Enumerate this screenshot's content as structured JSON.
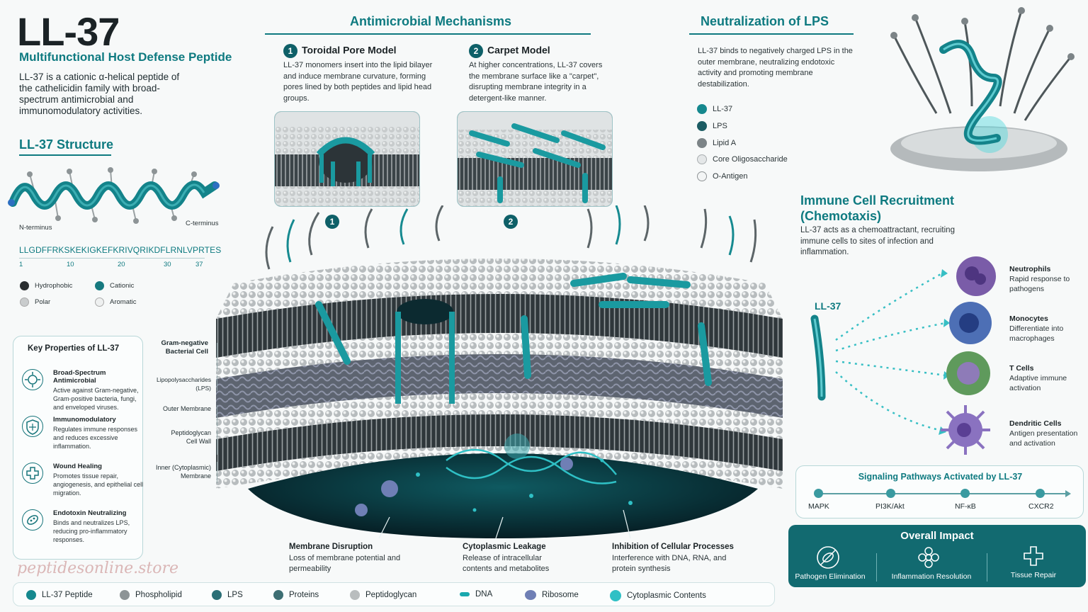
{
  "header": {
    "title": "LL-37",
    "subtitle": "Multifunctional Host Defense Peptide",
    "intro": "LL-37 is a cationic α-helical peptide of the cathelicidin family with broad-spectrum antimicrobial and immunomodulatory activities."
  },
  "structure": {
    "heading": "LL-37 Structure",
    "n_terminus": "N-terminus",
    "c_terminus": "C-terminus",
    "sequence": "LLGDFFRKSKEKIGKEFKRIVQRIKDFLRNLVPRTES",
    "positions": [
      "1",
      "10",
      "20",
      "30",
      "37"
    ],
    "legend": [
      {
        "label": "Hydrophobic",
        "color": "#2a2e30"
      },
      {
        "label": "Cationic",
        "color": "#16797f"
      },
      {
        "label": "Polar",
        "color": "#c9cccd"
      },
      {
        "label": "Aromatic",
        "color": "#eef0f0"
      }
    ]
  },
  "properties": {
    "heading": "Key Properties of LL-37",
    "items": [
      {
        "title": "Broad-Spectrum Antimicrobial",
        "text": "Active against Gram-negative, Gram-positive bacteria, fungi, and enveloped viruses.",
        "icon": "virus-icon"
      },
      {
        "title": "Immunomodulatory",
        "text": "Regulates immune responses and reduces excessive inflammation.",
        "icon": "shield-icon"
      },
      {
        "title": "Wound Healing",
        "text": "Promotes tissue repair, angiogenesis, and epithelial cell migration.",
        "icon": "cross-icon"
      },
      {
        "title": "Endotoxin Neutralizing",
        "text": "Binds and neutralizes LPS, reducing pro-inflammatory responses.",
        "icon": "bacteria-icon"
      }
    ]
  },
  "watermark": "peptidesonline.store",
  "mechanisms": {
    "heading": "Antimicrobial Mechanisms",
    "models": [
      {
        "num": "1",
        "title": "Toroidal Pore Model",
        "text": "LL-37 monomers insert into the lipid bilayer and induce membrane curvature, forming pores lined by both peptides and lipid head groups."
      },
      {
        "num": "2",
        "title": "Carpet Model",
        "text": "At higher concentrations, LL-37 covers the membrane surface like a \"carpet\", disrupting membrane integrity in a detergent-like manner."
      }
    ]
  },
  "membrane_labels": [
    {
      "text": "Gram-negative Bacterial Cell",
      "bold": true
    },
    {
      "text": "Lipopolysaccharides (LPS)",
      "bold": false
    },
    {
      "text": "Outer Membrane",
      "bold": false
    },
    {
      "text": "Peptidoglycan Cell Wall",
      "bold": false
    },
    {
      "text": "Inner (Cytoplasmic) Membrane",
      "bold": false
    }
  ],
  "effects": [
    {
      "title": "Membrane Disruption",
      "text": "Loss of membrane potential and permeability"
    },
    {
      "title": "Cytoplasmic Leakage",
      "text": "Release of intracellular contents and metabolites"
    },
    {
      "title": "Inhibition of Cellular Processes",
      "text": "Interference with DNA, RNA, and protein synthesis"
    }
  ],
  "lps": {
    "heading": "Neutralization of LPS",
    "text": "LL-37 binds to negatively charged LPS in the outer membrane, neutralizing endotoxic activity and promoting membrane destabilization.",
    "legend": [
      {
        "label": "LL-37",
        "color": "#15888e"
      },
      {
        "label": "LPS",
        "color": "#1b5c63"
      },
      {
        "label": "Lipid A",
        "color": "#7c8487"
      },
      {
        "label": "Core Oligosaccharide",
        "color": "#e4e7e8"
      },
      {
        "label": "O-Antigen",
        "color": "#f3f5f5"
      }
    ]
  },
  "chemotaxis": {
    "heading": "Immune Cell Recruitment (Chemotaxis)",
    "text": "LL-37 acts as a chemoattractant, recruiting immune cells to sites of infection and inflammation.",
    "source_label": "LL-37",
    "cells": [
      {
        "name": "Neutrophils",
        "desc": "Rapid response to pathogens",
        "color": "#7a5ca8"
      },
      {
        "name": "Monocytes",
        "desc": "Differentiate into macrophages",
        "color": "#4d6fb5"
      },
      {
        "name": "T Cells",
        "desc": "Adaptive immune activation",
        "color": "#5f9a5c"
      },
      {
        "name": "Dendritic Cells",
        "desc": "Antigen presentation and activation",
        "color": "#8a72c0"
      }
    ]
  },
  "signaling": {
    "heading": "Signaling Pathways Activated by LL-37",
    "pathways": [
      "MAPK",
      "PI3K/Akt",
      "NF-κB",
      "CXCR2"
    ]
  },
  "impact": {
    "heading": "Overall Impact",
    "items": [
      {
        "label": "Pathogen Elimination",
        "icon": "bacteria-icon"
      },
      {
        "label": "Inflammation Resolution",
        "icon": "flower-icon"
      },
      {
        "label": "Tissue Repair",
        "icon": "cross-icon"
      }
    ]
  },
  "footer_legend": [
    {
      "label": "LL-37 Peptide",
      "color": "#15888e"
    },
    {
      "label": "Phospholipid",
      "color": "#8d9496"
    },
    {
      "label": "LPS",
      "color": "#2b6f76"
    },
    {
      "label": "Proteins",
      "color": "#3d6e73"
    },
    {
      "label": "Peptidoglycan",
      "color": "#b9bdbe"
    },
    {
      "label": "DNA",
      "color": "#1aa8ae"
    },
    {
      "label": "Ribosome",
      "color": "#6f7fb5"
    },
    {
      "label": "Cytoplasmic Contents",
      "color": "#2fc0c5"
    }
  ]
}
